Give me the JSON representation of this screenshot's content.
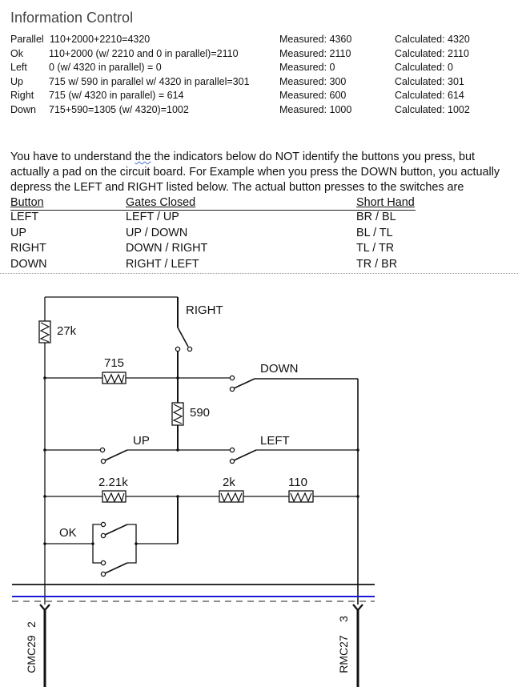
{
  "title": "Information Control",
  "calculations": [
    {
      "label": "Parallel",
      "equation": "110+2000+2210=4320",
      "measured": "Measured: 4360",
      "calculated": "Calculated: 4320"
    },
    {
      "label": "Ok",
      "equation": "110+2000 (w/ 2210 and 0 in parallel)=2110",
      "measured": "Measured: 2110",
      "calculated": "Calculated: 2110"
    },
    {
      "label": "Left",
      "equation": "0 (w/ 4320 in parallel) = 0",
      "measured": "Measured: 0",
      "calculated": "Calculated: 0"
    },
    {
      "label": "Up",
      "equation": "715 w/ 590 in parallel w/ 4320 in parallel=301",
      "measured": "Measured: 300",
      "calculated": "Calculated: 301"
    },
    {
      "label": "Right",
      "equation": "715 (w/ 4320 in parallel) = 614",
      "measured": "Measured: 600",
      "calculated": "Calculated: 614"
    },
    {
      "label": "Down",
      "equation": "715+590=1305 (w/ 4320)=1002",
      "measured": "Measured: 1000",
      "calculated": "Calculated: 1002"
    }
  ],
  "paragraph": {
    "before": "You have to understand ",
    "misspelled": "the",
    "after": " the indicators below do NOT identify the buttons you press, but actually a pad on the circuit board. For Example when you press the DOWN button, you actually depress the LEFT and RIGHT listed below. The actual button presses to the switches are"
  },
  "mapping_table": {
    "headers": [
      "Button",
      "Gates Closed",
      "Short Hand"
    ],
    "rows": [
      [
        "LEFT",
        "LEFT / UP",
        "BR / BL"
      ],
      [
        "UP",
        "UP / DOWN",
        "BL / TL"
      ],
      [
        "RIGHT",
        "DOWN / RIGHT",
        "TL / TR"
      ],
      [
        "DOWN",
        "RIGHT / LEFT",
        "TR / BR"
      ]
    ]
  },
  "diagram": {
    "resistors": {
      "r27k": "27k",
      "r715": "715",
      "r590": "590",
      "r221k": "2.21k",
      "r2k": "2k",
      "r110": "110"
    },
    "switches": {
      "right": "RIGHT",
      "down": "DOWN",
      "up": "UP",
      "left": "LEFT",
      "ok": "OK"
    },
    "connectors": {
      "left": {
        "pin": "2",
        "name": "CMC29"
      },
      "right": {
        "pin": "3",
        "name": "RMC27"
      }
    },
    "colors": {
      "wire": "#111111",
      "bus_blue": "#1a1adb",
      "dashed": "#666666"
    }
  }
}
